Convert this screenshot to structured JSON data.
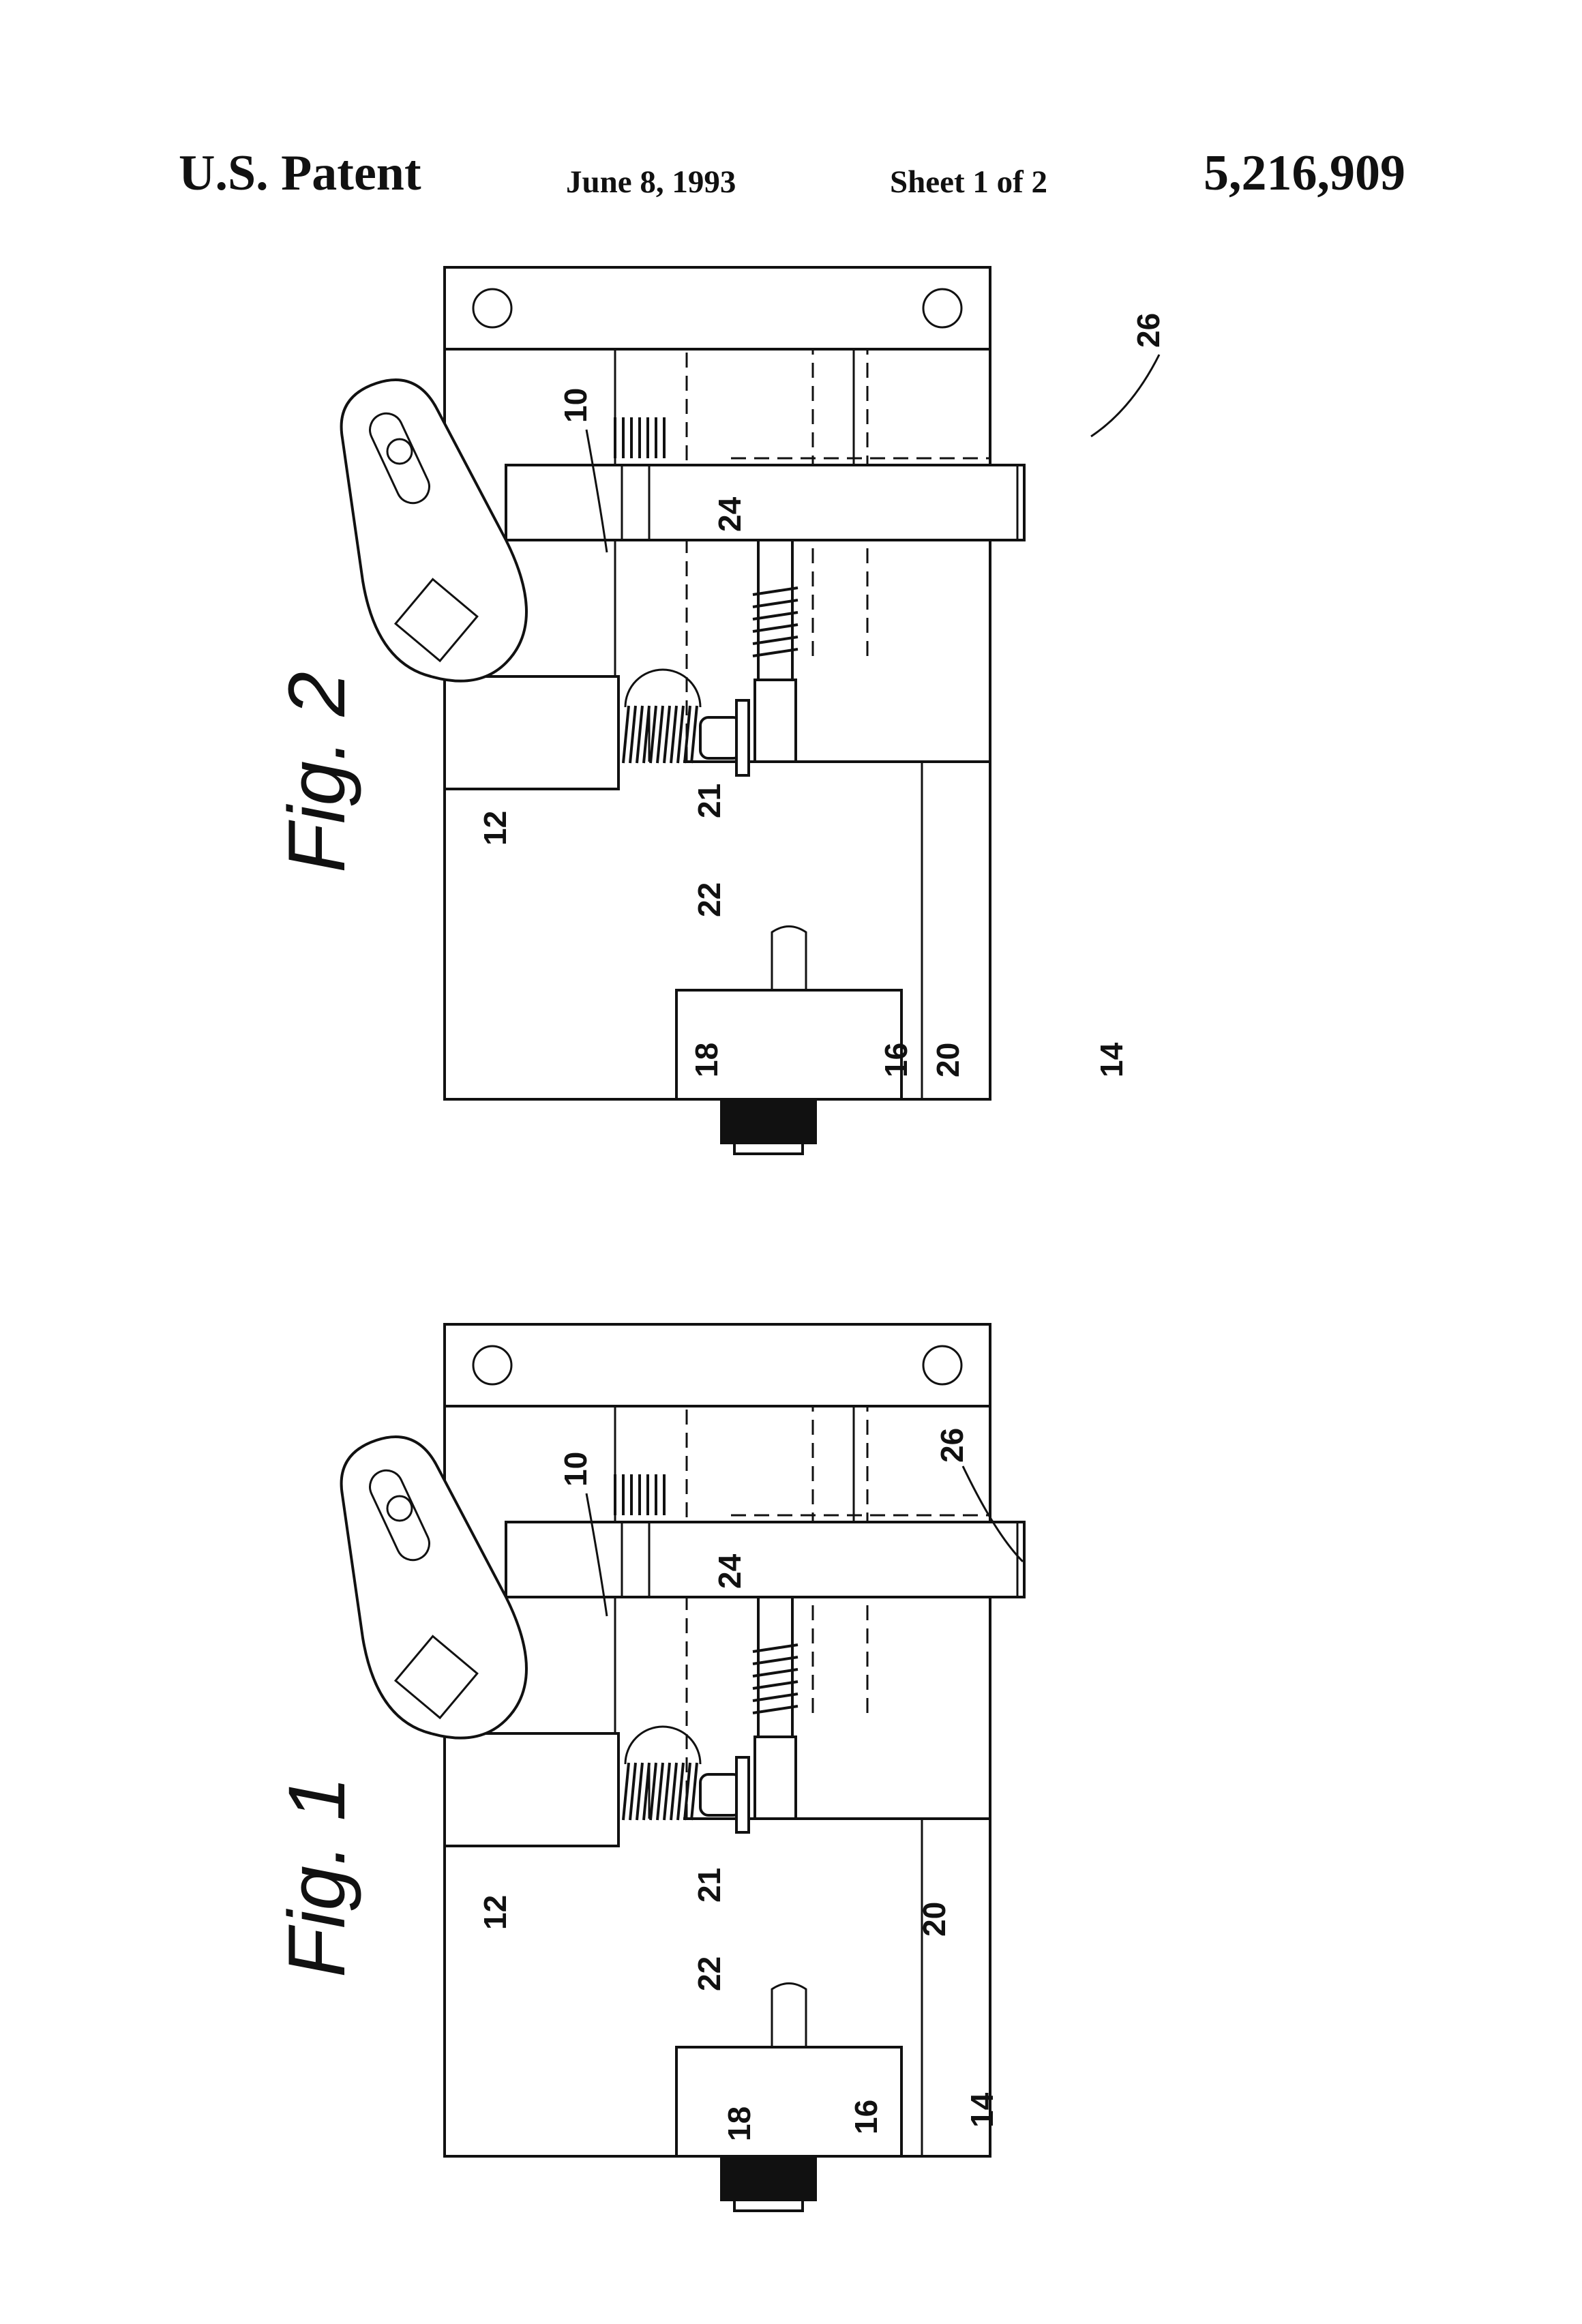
{
  "header": {
    "patent_label": "U.S. Patent",
    "date": "June 8, 1993",
    "sheet": "Sheet 1 of 2",
    "patent_number": "5,216,909"
  },
  "figures": [
    {
      "caption": "Fig. 1",
      "refs": {
        "r10": "10",
        "r12": "12",
        "r14": "14",
        "r16": "16",
        "r18": "18",
        "r20": "20",
        "r21": "21",
        "r22": "22",
        "r24": "24",
        "r26": "26"
      }
    },
    {
      "caption": "Fig. 2",
      "refs": {
        "r10": "10",
        "r12": "12",
        "r14": "14",
        "r16": "16",
        "r18": "18",
        "r20": "20",
        "r21": "21",
        "r22": "22",
        "r24": "24",
        "r26": "26"
      }
    }
  ]
}
